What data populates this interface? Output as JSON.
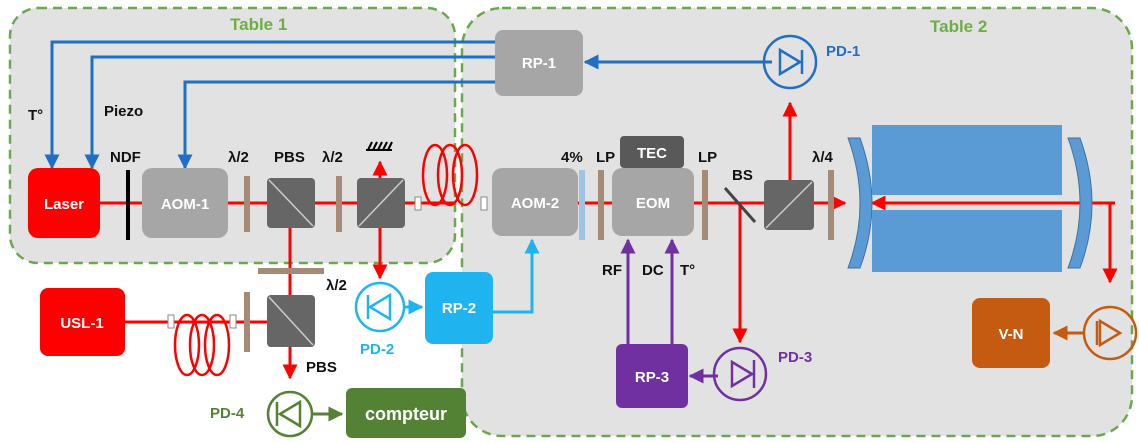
{
  "tables": {
    "table1": "Table 1",
    "table2": "Table 2"
  },
  "boxes": {
    "laser": "Laser",
    "aom1": "AOM-1",
    "aom2": "AOM-2",
    "eom": "EOM",
    "tec": "TEC",
    "rp1": "RP-1",
    "rp2": "RP-2",
    "rp3": "RP-3",
    "usl1": "USL-1",
    "vn": "V-N",
    "compteur": "compteur"
  },
  "labels": {
    "temp_laser": "T°",
    "piezo": "Piezo",
    "ndf": "NDF",
    "half_wave_1": "λ/2",
    "pbs_1": "PBS",
    "half_wave_2": "λ/2",
    "half_wave_3": "λ/2",
    "pbs_2": "PBS",
    "four_percent": "4%",
    "lp_1": "LP",
    "lp_2": "LP",
    "bs": "BS",
    "quarter_wave": "λ/4",
    "rf": "RF",
    "dc": "DC",
    "temp_eom": "T°"
  },
  "detectors": {
    "pd1": "PD-1",
    "pd2": "PD-2",
    "pd3": "PD-3",
    "pd4": "PD-4"
  },
  "colors": {
    "table_fill": "#e2e2e2",
    "table_border": "#6aa84f",
    "table_label": "#70ad47",
    "beam": "#ff0000",
    "blue_loop": "#1f6fc5",
    "light_blue_loop": "#1fb4f0",
    "purple_loop": "#7030a0",
    "orange_loop": "#c55a11",
    "green_detector": "#548235",
    "box_gray": "#a6a6a6",
    "dark_gray": "#666666",
    "cavity_blue": "#5b9bd5"
  }
}
